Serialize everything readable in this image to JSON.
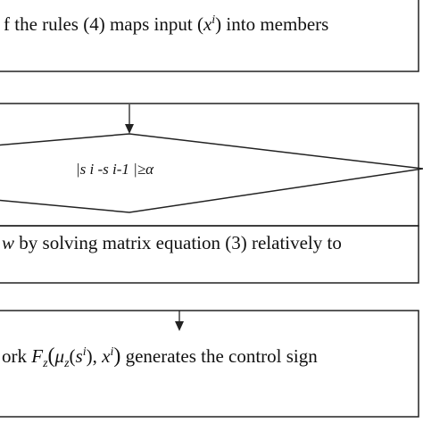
{
  "diagram": {
    "box_rules": {
      "prefix": "f the rules (4) maps input (",
      "var": "x",
      "sup": "i",
      "suffix": ") into members"
    },
    "decision": {
      "condition": "|s i -s i-1 |≥α"
    },
    "box_solve": {
      "var": "w",
      "text": " by solving matrix equation (3) relatively to"
    },
    "box_network": {
      "prefix": "ork ",
      "func": "F",
      "func_sub": "z",
      "open": "(",
      "mu": "μ",
      "mu_sub": "z",
      "arg_open": "(",
      "arg_var": "s",
      "arg_sup": "i",
      "arg_close": "),",
      "x_var": " x",
      "x_sup": "i",
      "close": ")",
      "suffix": " generates the control sign"
    }
  }
}
